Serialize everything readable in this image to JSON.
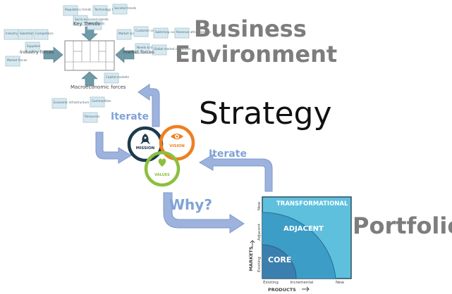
{
  "canvas_sketch": {
    "stickies": [
      "Regulatory trends",
      "Technology trends",
      "Societal trends",
      "Socio-economic trends",
      "Key trends",
      "Industry forces",
      "Substitutes",
      "Competitors",
      "Suppliers",
      "Market forces",
      "Market issues",
      "Customer segments",
      "Switching costs",
      "Revenue attractiveness",
      "Needs & demands",
      "Global market conditions",
      "Capital markets",
      "Commodities",
      "Economic infrastructure",
      "Resources"
    ],
    "label_key_trends": "Key Trends",
    "label_industry_forces": "Industry forces",
    "label_market_forces": "market forces",
    "label_macro": "Macroeconomic forces"
  },
  "titles": {
    "business_line1": "Business",
    "business_line2": "Environment",
    "strategy": "Strategy",
    "portfolio": "Portfolio"
  },
  "circles": {
    "mission": "MISSION",
    "vision": "VISION",
    "values": "VALUES"
  },
  "arrows": {
    "iterate_left": "Iterate",
    "iterate_right": "Iterate",
    "why": "Why?"
  },
  "portfolio_chart": {
    "zone_transformational": "TRANSFORMATIONAL",
    "zone_adjacent": "ADJACENT",
    "zone_core": "CORE",
    "y_axis_label": "MARKETS",
    "x_axis_label": "PRODUCTS",
    "y_ticks": [
      "New",
      "Adjacent",
      "Existing"
    ],
    "x_ticks": [
      "Existing",
      "Incremental",
      "New"
    ]
  },
  "colors": {
    "arrow_blue": "#9db3de",
    "mission_ring": "#1d3a4c",
    "vision_ring": "#f07e1f",
    "values_ring": "#8cbf3f",
    "portfolio_outer": "#5fc0de",
    "portfolio_mid": "#3c9dc7",
    "portfolio_inner": "#3a7fae"
  }
}
